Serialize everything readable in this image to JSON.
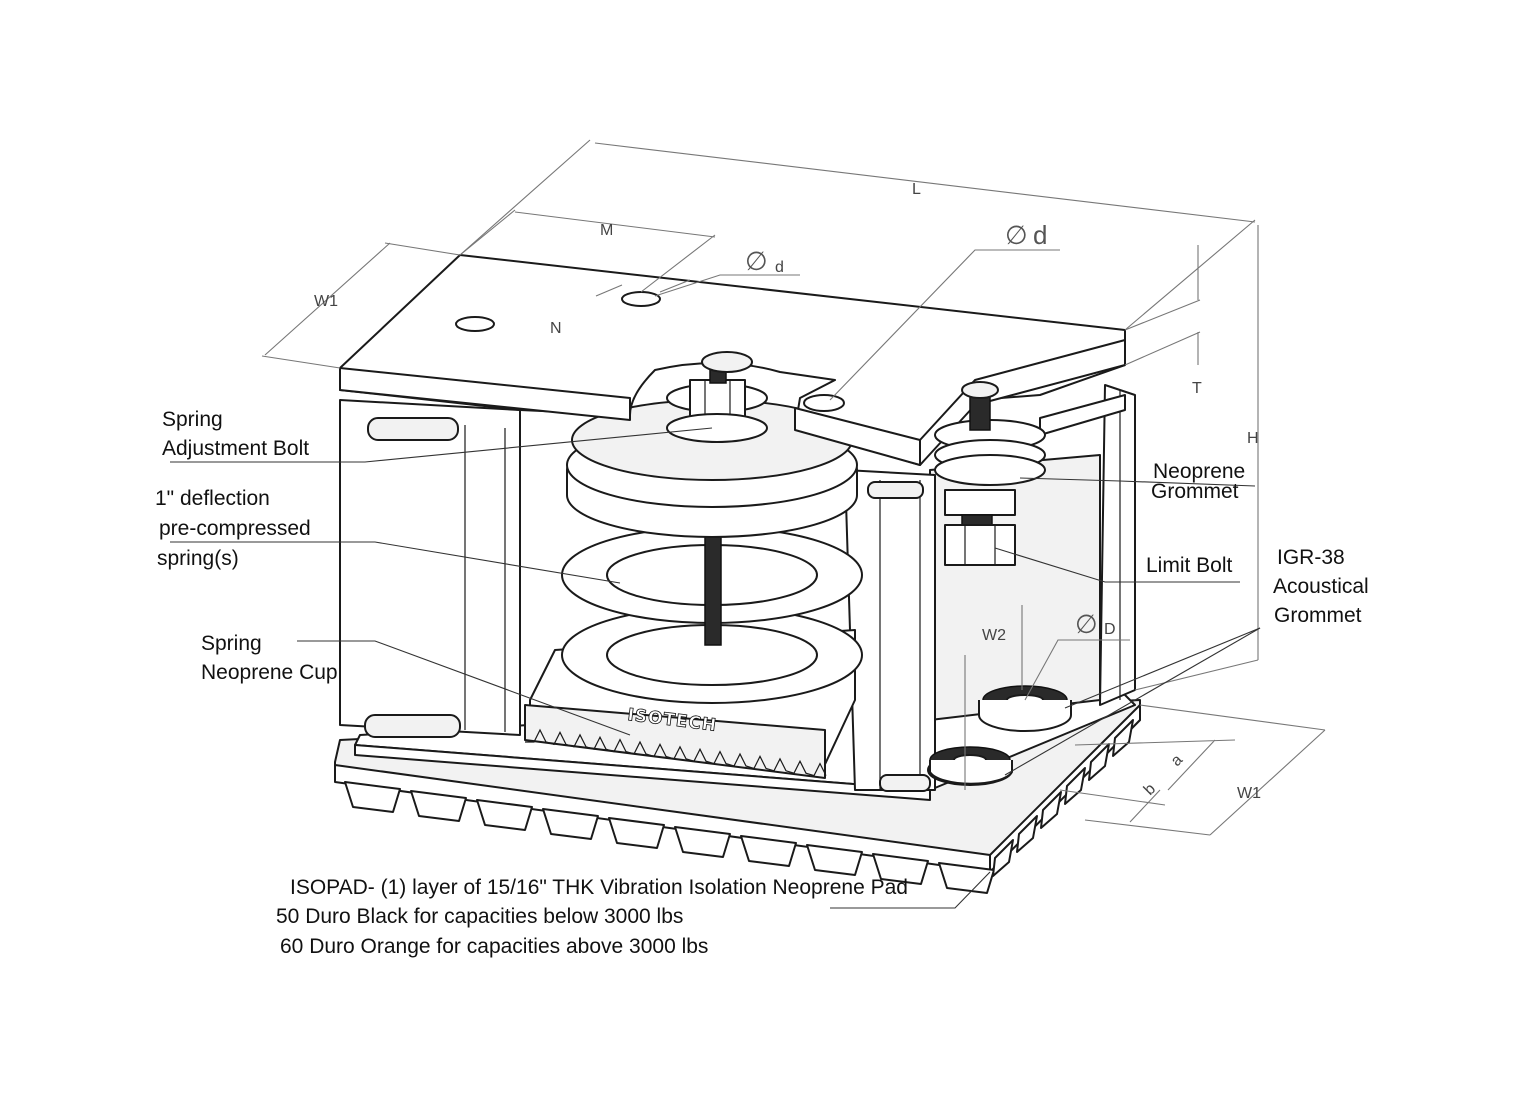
{
  "callouts": {
    "spring_adjustment_bolt": [
      "Spring",
      "Adjustment Bolt"
    ],
    "deflection_spring": [
      "1\" deflection",
      "pre-compressed",
      "spring(s)"
    ],
    "spring_neoprene_cup": [
      "Spring",
      "Neoprene Cup"
    ],
    "neoprene_grommet": [
      "Neoprene",
      "Grommet"
    ],
    "limit_bolt": "Limit Bolt",
    "igr_grommet": [
      "IGR-38",
      "Acoustical",
      "Grommet"
    ],
    "isopad": [
      "ISOPAD- (1) layer of  15/16\" THK Vibration Isolation Neoprene Pad",
      "50 Duro Black for capacities below 3000 lbs",
      "60 Duro Orange for capacities above 3000 lbs"
    ]
  },
  "dimensions": {
    "L": "L",
    "M": "M",
    "N": "N",
    "W1_top": "W1",
    "W1_bottom": "W1",
    "T": "T",
    "H": "H",
    "W2": "W2",
    "a": "a",
    "b": "b",
    "phi_d_small": "d",
    "phi_d_large": "d",
    "phi_D": "D",
    "phi_symbol": "∅"
  },
  "brand": {
    "name": "ISOTECH"
  }
}
